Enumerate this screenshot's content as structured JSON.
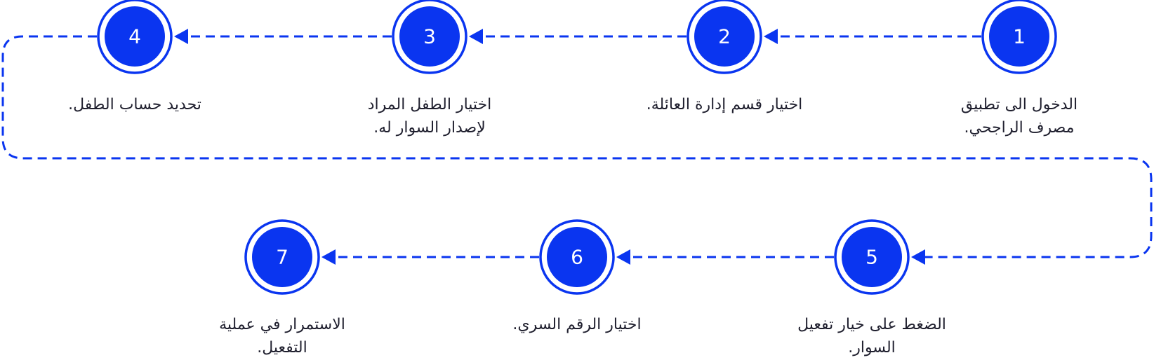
{
  "colors": {
    "accent": "#0a35f0",
    "text": "#1f1f2e",
    "background": "#ffffff"
  },
  "steps": [
    {
      "number": "1",
      "label": "الدخول الى تطبيق مصرف الراجحي."
    },
    {
      "number": "2",
      "label": "اختيار قسم إدارة العائلة."
    },
    {
      "number": "3",
      "label": "اختيار الطفل المراد لإصدار السوار له."
    },
    {
      "number": "4",
      "label": "تحديد حساب الطفل."
    },
    {
      "number": "5",
      "label": "الضغط على خيار تفعيل السوار."
    },
    {
      "number": "6",
      "label": "اختيار الرقم السري."
    },
    {
      "number": "7",
      "label": "الاستمرار في عملية التفعيل."
    }
  ]
}
